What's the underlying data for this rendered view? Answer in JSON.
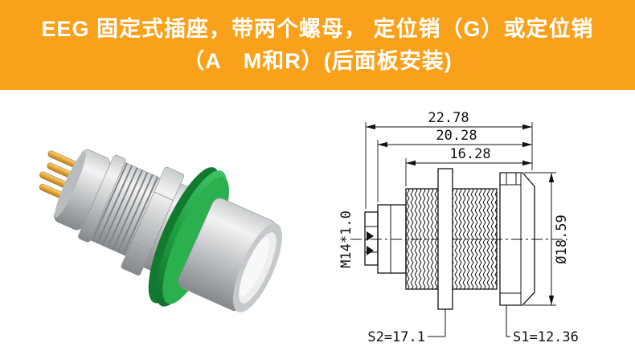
{
  "header": {
    "line1": "EEG 固定式插座，带两个螺母， 定位销（G）或定位销",
    "line2": "（A　M和R）(后面板安装)"
  },
  "colors": {
    "banner_bg": "#F9A11B",
    "banner_text": "#FFFFFF",
    "connector_green": "#1F9E41",
    "pin_gold": "#E3A63A",
    "drawing_line": "#111111"
  },
  "drawing": {
    "dim_overall": "22.78",
    "dim_mid": "20.28",
    "dim_inner": "16.28",
    "thread_label": "M14*1.0",
    "diameter_label": "Ø18.59",
    "s2_label": "S2=17.1",
    "s1_label": "S1=12.36"
  },
  "illustration": {
    "alt": "EEG fixed socket 3D render"
  }
}
